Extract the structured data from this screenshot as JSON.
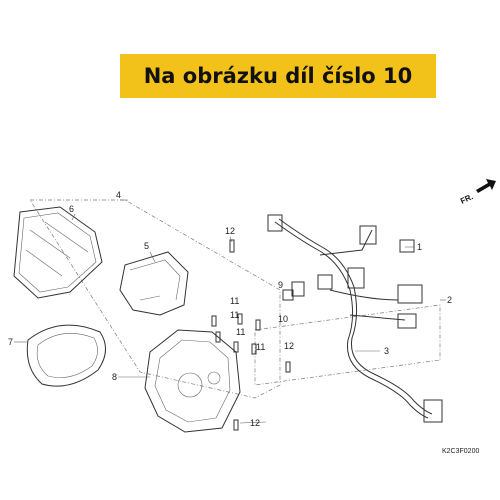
{
  "banner": {
    "text": "Na obrázku díl číslo 10",
    "color": "#f2c21b"
  },
  "direction_marker": {
    "text": "FR.",
    "icon": "arrow-right-icon"
  },
  "drawing_code": "K2C3F0200",
  "callouts": [
    {
      "id": "c1",
      "label": "1"
    },
    {
      "id": "c2",
      "label": "2"
    },
    {
      "id": "c3",
      "label": "3"
    },
    {
      "id": "c4",
      "label": "4"
    },
    {
      "id": "c5",
      "label": "5"
    },
    {
      "id": "c6",
      "label": "6"
    },
    {
      "id": "c7",
      "label": "7"
    },
    {
      "id": "c8",
      "label": "8"
    },
    {
      "id": "c9",
      "label": "9"
    },
    {
      "id": "c10",
      "label": "10"
    },
    {
      "id": "c11a",
      "label": "11"
    },
    {
      "id": "c11b",
      "label": "11"
    },
    {
      "id": "c11c",
      "label": "11"
    },
    {
      "id": "c11d",
      "label": "11"
    },
    {
      "id": "c12a",
      "label": "12"
    },
    {
      "id": "c12b",
      "label": "12"
    },
    {
      "id": "c12c",
      "label": "12"
    }
  ]
}
